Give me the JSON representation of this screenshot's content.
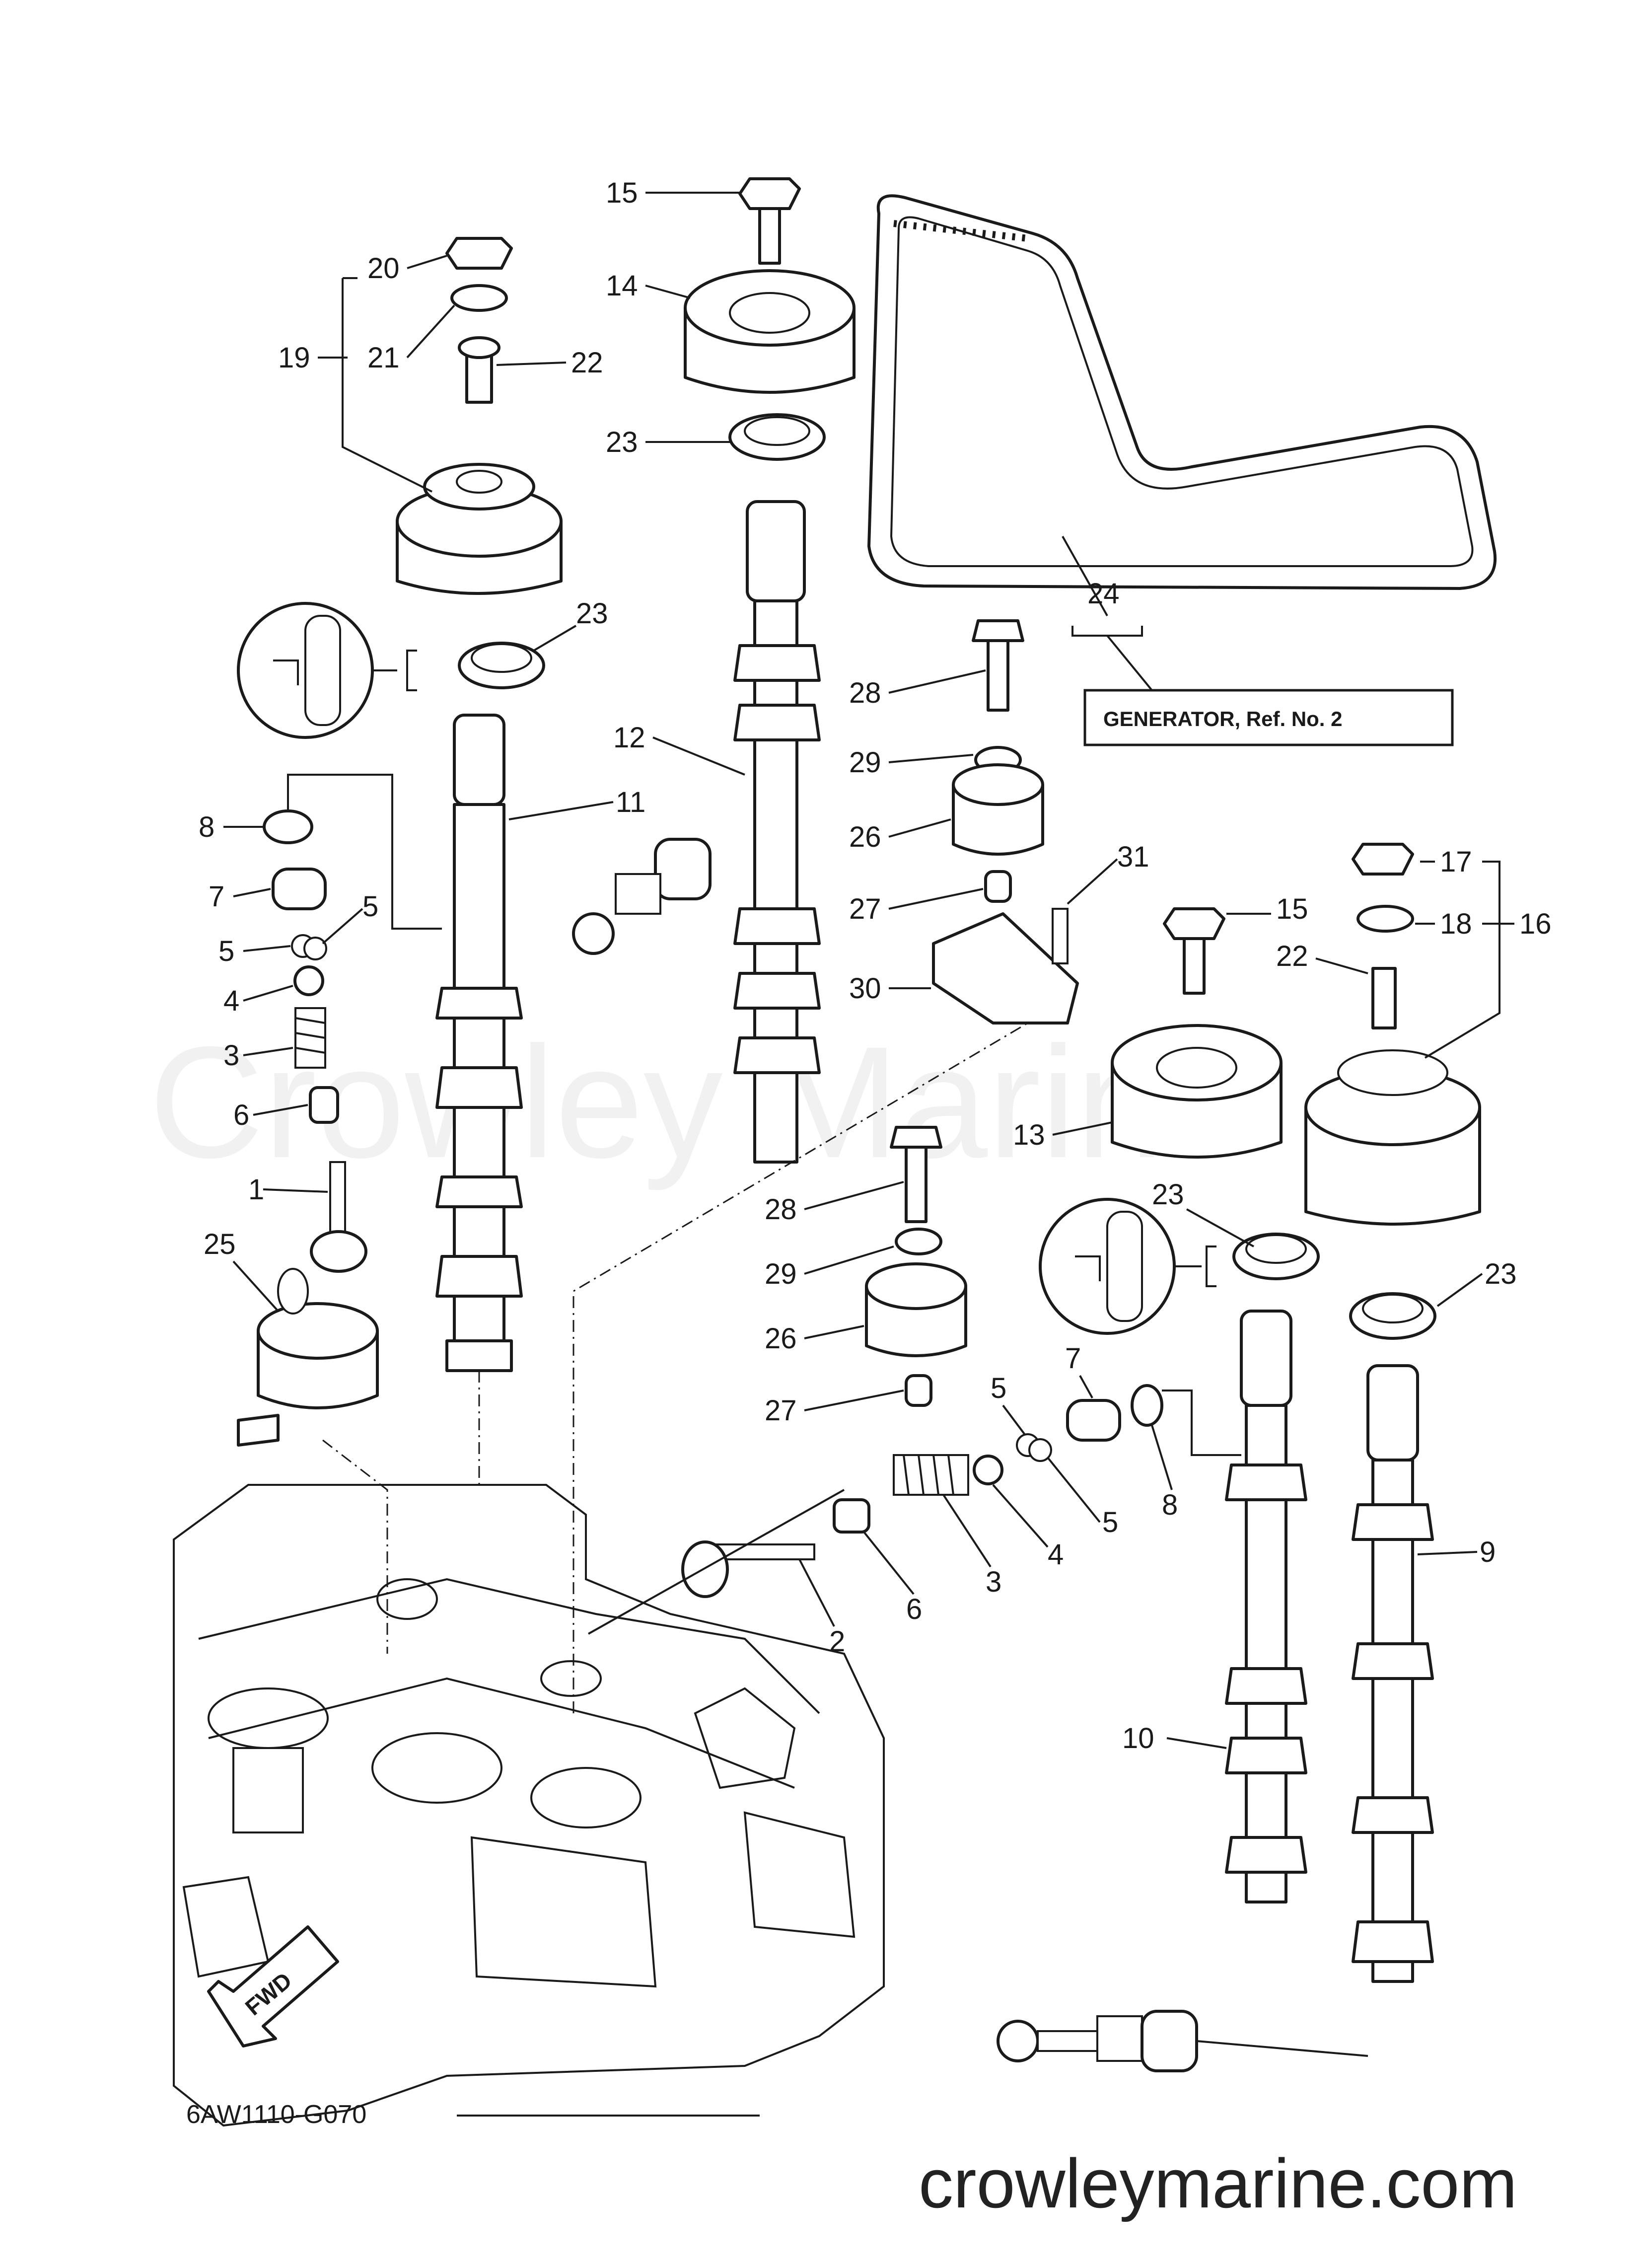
{
  "diagram": {
    "drawing_code": "6AW1110-G070",
    "watermark": "Crowley Marine",
    "website": "crowleymarine.com",
    "reference_box": "GENERATOR,   Ref. No. 2",
    "direction_label": "FWD"
  },
  "callouts": [
    {
      "id": "c15a",
      "text": "15"
    },
    {
      "id": "c14",
      "text": "14"
    },
    {
      "id": "c20",
      "text": "20"
    },
    {
      "id": "c21",
      "text": "21"
    },
    {
      "id": "c19",
      "text": "19"
    },
    {
      "id": "c22a",
      "text": "22"
    },
    {
      "id": "c23a",
      "text": "23"
    },
    {
      "id": "c23b",
      "text": "23"
    },
    {
      "id": "c24",
      "text": "24"
    },
    {
      "id": "c28a",
      "text": "28"
    },
    {
      "id": "c29a",
      "text": "29"
    },
    {
      "id": "c12",
      "text": "12"
    },
    {
      "id": "c11",
      "text": "11"
    },
    {
      "id": "c8a",
      "text": "8"
    },
    {
      "id": "c26a",
      "text": "26"
    },
    {
      "id": "c7a",
      "text": "7"
    },
    {
      "id": "c5a",
      "text": "5"
    },
    {
      "id": "c5b",
      "text": "5"
    },
    {
      "id": "c27a",
      "text": "27"
    },
    {
      "id": "c31",
      "text": "31"
    },
    {
      "id": "c17",
      "text": "17"
    },
    {
      "id": "c18",
      "text": "18"
    },
    {
      "id": "c16",
      "text": "16"
    },
    {
      "id": "c15b",
      "text": "15"
    },
    {
      "id": "c22b",
      "text": "22"
    },
    {
      "id": "c4a",
      "text": "4"
    },
    {
      "id": "c30",
      "text": "30"
    },
    {
      "id": "c3a",
      "text": "3"
    },
    {
      "id": "c6a",
      "text": "6"
    },
    {
      "id": "c13",
      "text": "13"
    },
    {
      "id": "c1",
      "text": "1"
    },
    {
      "id": "c28b",
      "text": "28"
    },
    {
      "id": "c23c",
      "text": "23"
    },
    {
      "id": "c25",
      "text": "25"
    },
    {
      "id": "c29b",
      "text": "29"
    },
    {
      "id": "c23d",
      "text": "23"
    },
    {
      "id": "c26b",
      "text": "26"
    },
    {
      "id": "c7b",
      "text": "7"
    },
    {
      "id": "c27b",
      "text": "27"
    },
    {
      "id": "c5c",
      "text": "5"
    },
    {
      "id": "c5d",
      "text": "5"
    },
    {
      "id": "c8b",
      "text": "8"
    },
    {
      "id": "c4b",
      "text": "4"
    },
    {
      "id": "c3b",
      "text": "3"
    },
    {
      "id": "c9",
      "text": "9"
    },
    {
      "id": "c6b",
      "text": "6"
    },
    {
      "id": "c2",
      "text": "2"
    },
    {
      "id": "c10",
      "text": "10"
    }
  ]
}
